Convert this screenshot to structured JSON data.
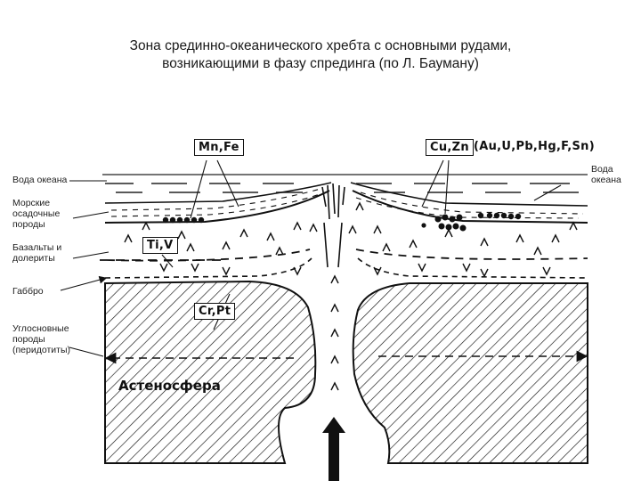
{
  "title": {
    "line1": "Зона срединно-океанического хребта с основными рудами,",
    "line2": "возникающими в фазу спрединга (по Л. Бауману)"
  },
  "labels": {
    "ocean_water_left": "Вода океана",
    "marine_sediments": [
      "Морские",
      "осадочные",
      "породы"
    ],
    "basalts": [
      "Базальты и",
      "долериты"
    ],
    "gabbro": "Габбро",
    "ultramafic": [
      "Углосновные",
      "породы",
      "(перидотиты)"
    ],
    "ocean_water_right": [
      "Вода",
      "океана"
    ],
    "asthenosphere": "Астеносфера"
  },
  "ores": {
    "mn_fe": "Mn,Fe",
    "ti_v": "Ti,V",
    "cr_pt": "Cr,Pt",
    "cu_zn": "Cu,Zn",
    "extra": "(Au,U,Pb,Hg,F,Sn)"
  }
}
